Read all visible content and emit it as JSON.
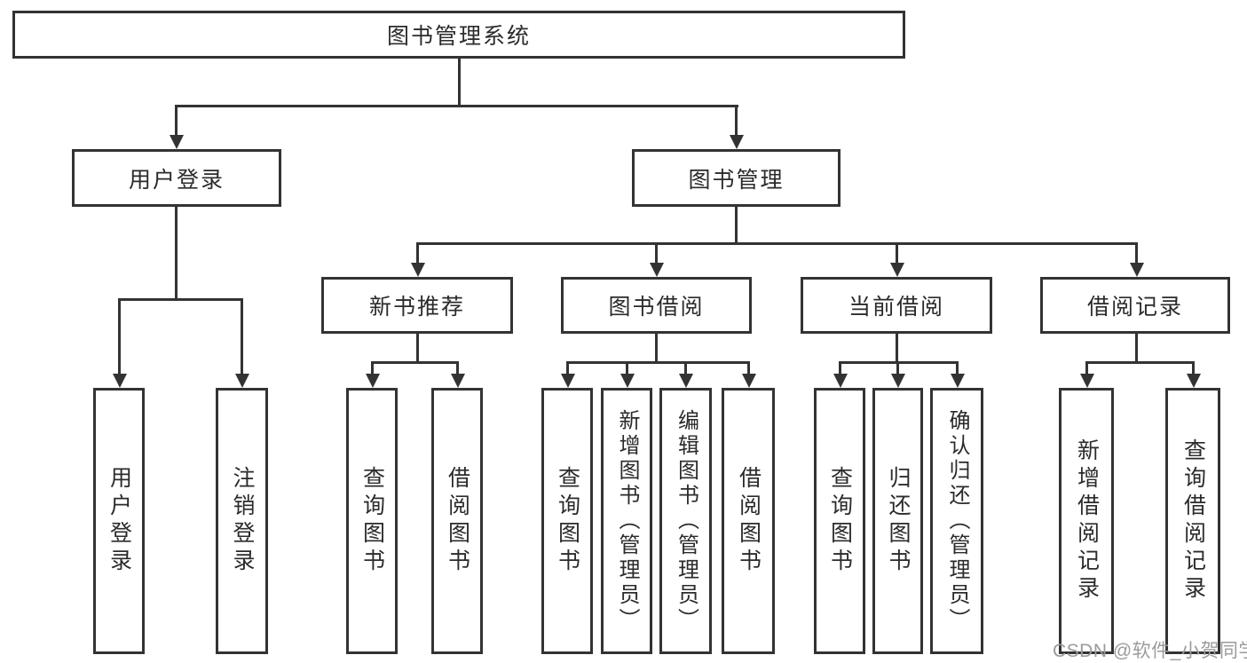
{
  "diagram": {
    "title": "图书管理系统",
    "root": {
      "label": "图书管理系统"
    },
    "level2": [
      {
        "label": "用户登录"
      },
      {
        "label": "图书管理"
      }
    ],
    "level3": [
      {
        "label": "新书推荐"
      },
      {
        "label": "图书借阅"
      },
      {
        "label": "当前借阅"
      },
      {
        "label": "借阅记录"
      }
    ],
    "leaves": {
      "user_login": [
        "用户登录",
        "注销登录"
      ],
      "new_books": [
        "查询图书",
        "借阅图书"
      ],
      "book_borrow": [
        "查询图书",
        "新增图书（管理员）",
        "编辑图书（管理员）",
        "借阅图书"
      ],
      "current_borrow": [
        "查询图书",
        "归还图书",
        "确认归还（管理员）"
      ],
      "borrow_records": [
        "新增借阅记录",
        "查询借阅记录"
      ]
    }
  },
  "watermark": {
    "text": "CSDN @软件_小贺同学"
  },
  "colors": {
    "line": "#333333",
    "text": "#2b2b2b",
    "background": "#ffffff",
    "watermark": "#9b9b9b"
  }
}
